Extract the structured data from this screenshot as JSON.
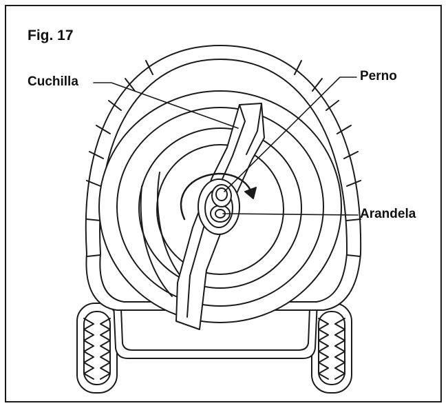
{
  "figure": {
    "title": "Fig. 17",
    "labels": {
      "blade": "Cuchilla",
      "bolt": "Perno",
      "washer": "Arandela"
    }
  },
  "colors": {
    "line": "#1a1a1a",
    "fill": "#ffffff"
  }
}
